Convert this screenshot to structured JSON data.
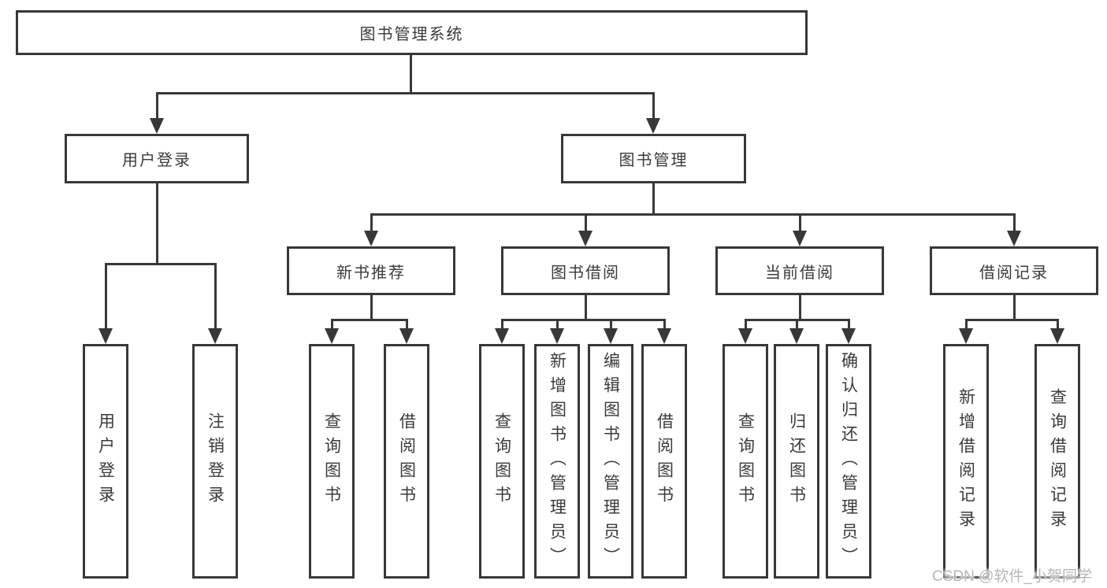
{
  "diagram": {
    "root": "图书管理系统",
    "level2": [
      "用户登录",
      "图书管理"
    ],
    "level3": [
      "新书推荐",
      "图书借阅",
      "当前借阅",
      "借阅记录"
    ],
    "leaves": {
      "user_login": [
        "用户登录",
        "注销登录"
      ],
      "new_books": [
        "查询图书",
        "借阅图书"
      ],
      "book_borrow": [
        "查询图书",
        "新增图书（管理员）",
        "编辑图书（管理员）",
        "借阅图书"
      ],
      "current_borrow": [
        "查询图书",
        "归还图书",
        "确认归还（管理员）"
      ],
      "borrow_records": [
        "新增借阅记录",
        "查询借阅记录"
      ]
    }
  },
  "watermark": "CSDN @软件_小贺同学",
  "colors": {
    "line": "#383838",
    "text": "#3a3a3a",
    "background": "#ffffff",
    "watermark": "#b6b6b6"
  }
}
